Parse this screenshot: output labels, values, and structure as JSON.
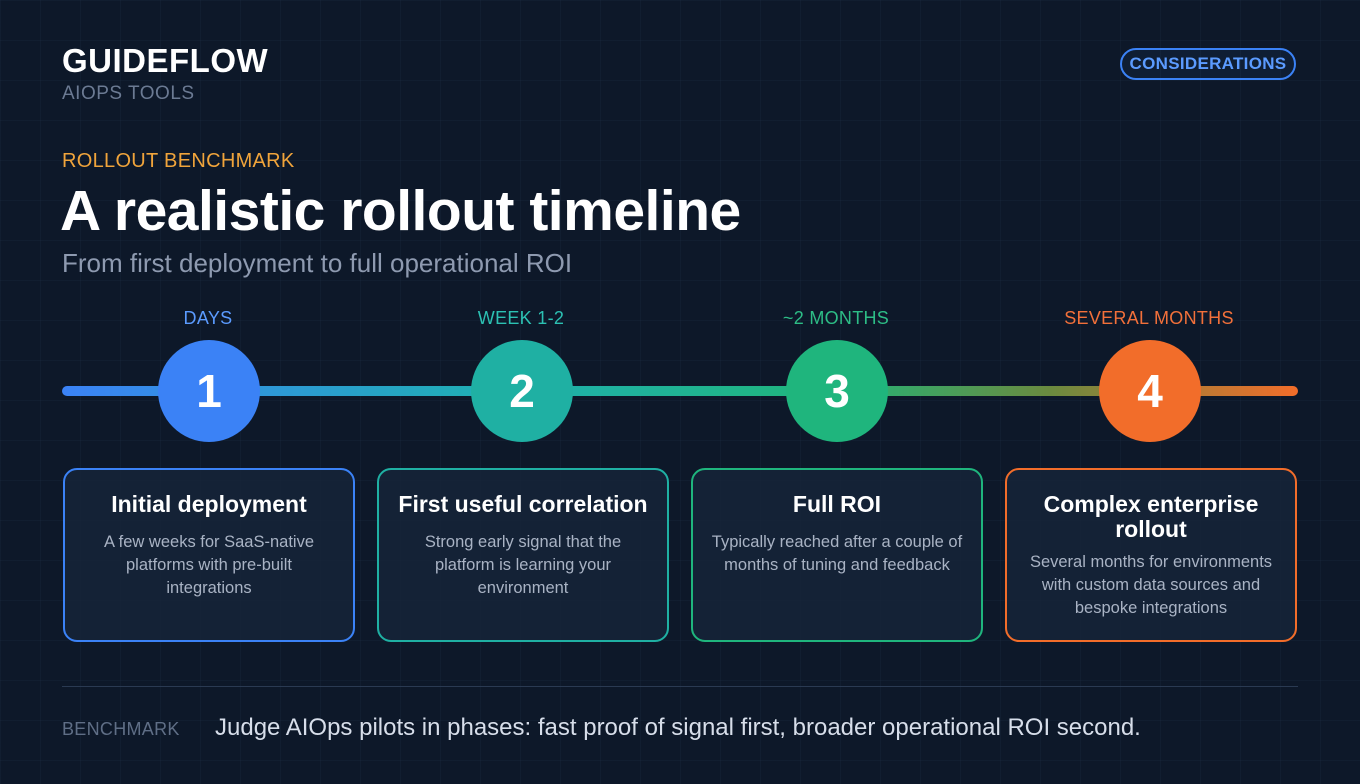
{
  "brand": {
    "title": "GUIDEFLOW",
    "subtitle": "AIOPS TOOLS",
    "badge": "CONSIDERATIONS"
  },
  "header": {
    "eyebrow": "ROLLOUT BENCHMARK",
    "title": "A realistic rollout timeline",
    "subtitle": "From first deployment to full operational ROI"
  },
  "colors": {
    "background": "#0d1829",
    "accent_blue": "#3b82f6",
    "accent_teal": "#1fb0a3",
    "accent_green": "#1fb57d",
    "accent_orange": "#f26d2a",
    "eyebrow": "#f0a43b"
  },
  "stages": [
    {
      "label": "DAYS",
      "number": "1",
      "title": "Initial deployment",
      "description": "A few weeks for SaaS-native platforms with pre-built integrations",
      "color": "#3b82f6",
      "label_color": "#5b9bff"
    },
    {
      "label": "WEEK 1-2",
      "number": "2",
      "title": "First useful correlation",
      "description": "Strong early signal that the platform is learning your environment",
      "color": "#1fb0a3",
      "label_color": "#2cc1b3"
    },
    {
      "label": "~2 MONTHS",
      "number": "3",
      "title": "Full ROI",
      "description": "Typically reached after a couple of months of tuning and feedback",
      "color": "#1fb57d",
      "label_color": "#2dbd86"
    },
    {
      "label": "SEVERAL MONTHS",
      "number": "4",
      "title": "Complex enterprise rollout",
      "description": "Several months for environments with custom data sources and bespoke integrations",
      "color": "#f26d2a",
      "label_color": "#f2703a"
    }
  ],
  "footer": {
    "label": "BENCHMARK",
    "text": "Judge AIOps pilots in phases: fast proof of signal first, broader operational ROI second."
  }
}
